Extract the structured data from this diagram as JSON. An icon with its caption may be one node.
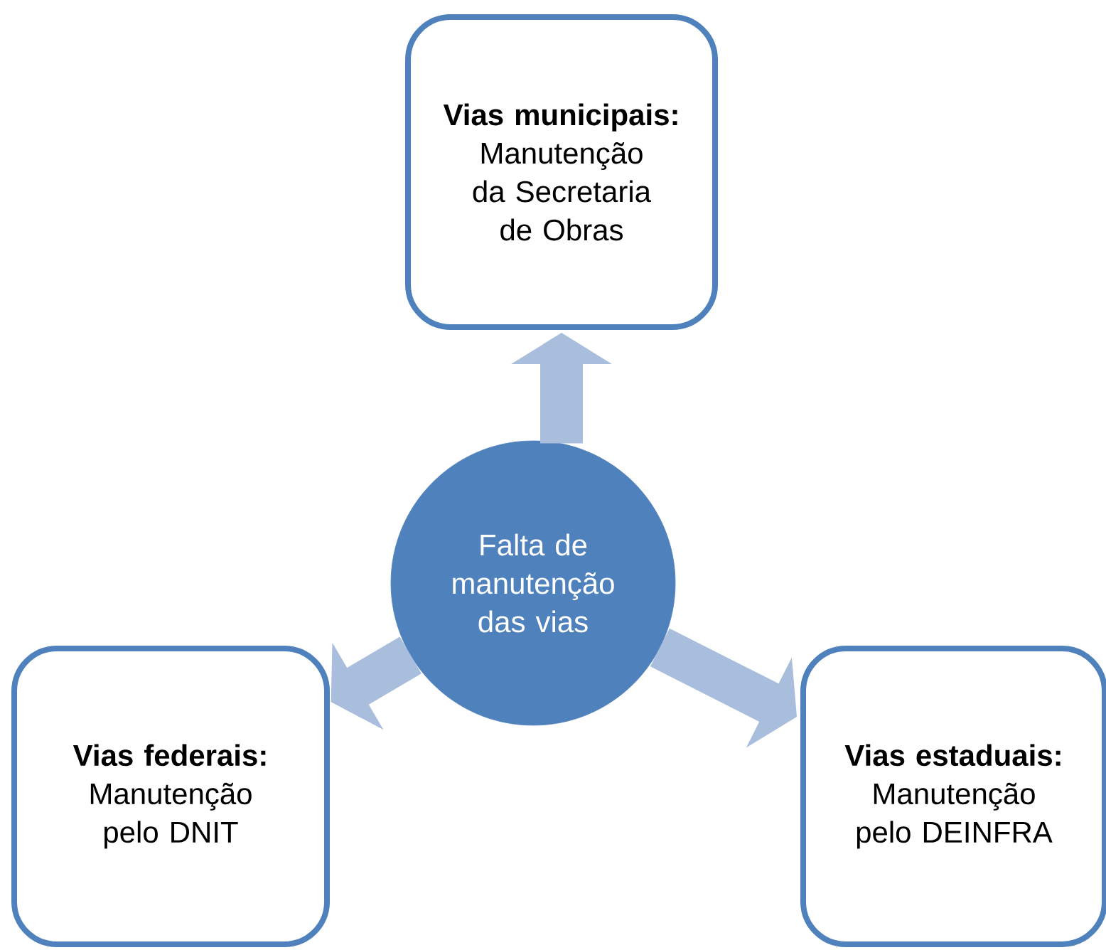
{
  "diagram": {
    "nodes": [
      {
        "text": [
          "Falta de manutenção das vias"
        ]
      },
      {
        "text": [
          "Vias municipais:",
          "Manutenção da Secretaria de Obras"
        ]
      },
      {
        "text": [
          "Vias federais:",
          "Manutenção pelo DNIT"
        ]
      },
      {
        "text": [
          "Vias estaduais:",
          "Manutenção pelo DEINFRA"
        ]
      }
    ],
    "edges": [
      {
        "from": 0,
        "to": 1,
        "arrow": "to"
      },
      {
        "from": 0,
        "to": 2,
        "arrow": "to"
      },
      {
        "from": 0,
        "to": 3,
        "arrow": "to"
      }
    ]
  }
}
